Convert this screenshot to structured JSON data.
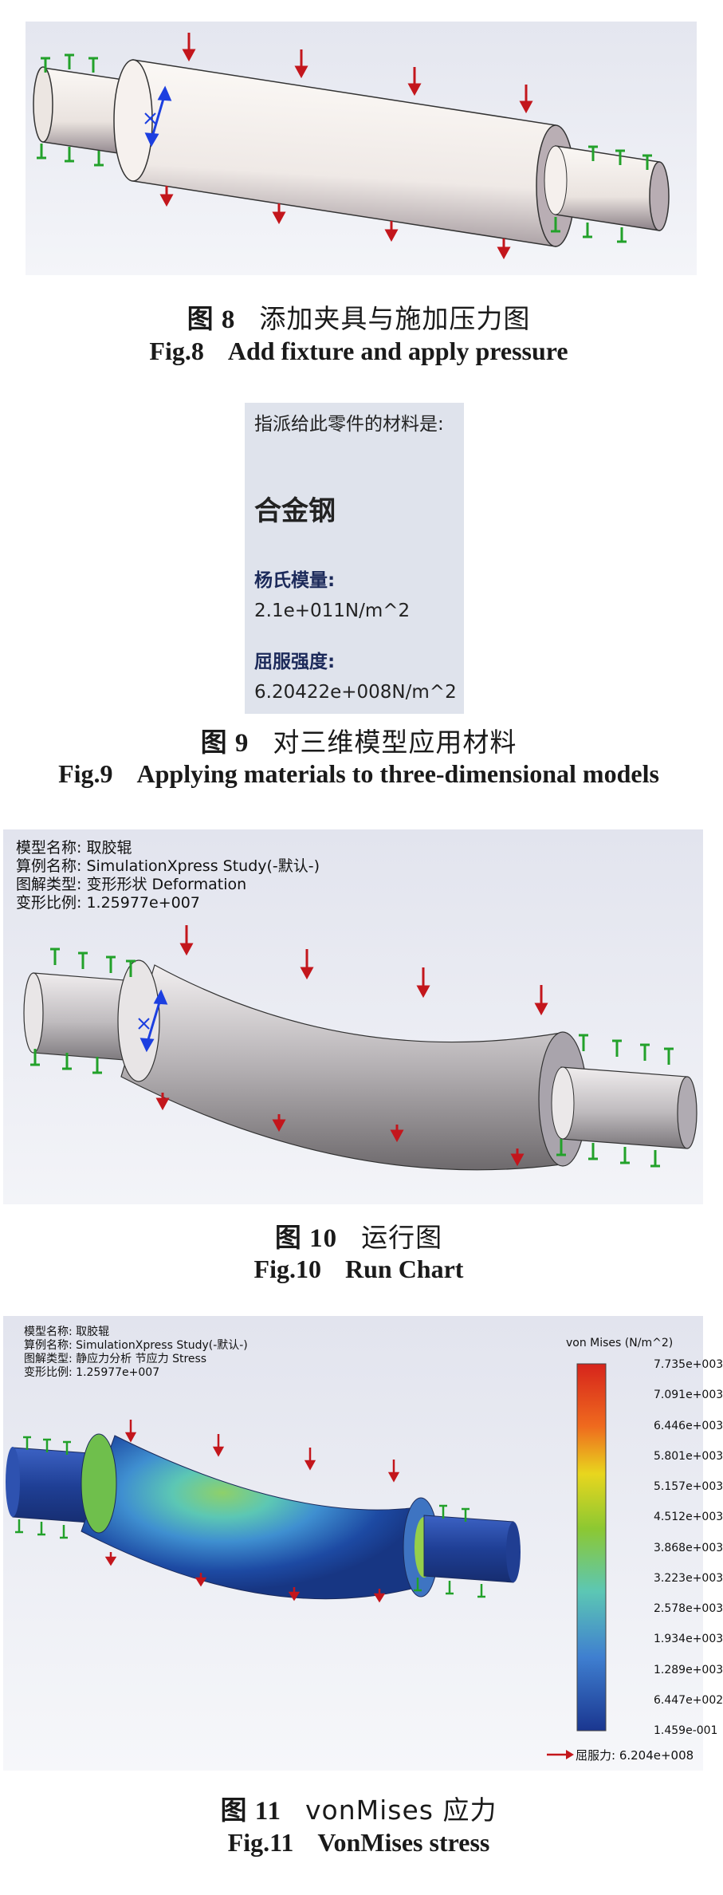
{
  "figures": [
    {
      "caption_cn_num": "图 8",
      "caption_cn_text": "添加夹具与施加压力图",
      "caption_en_num": "Fig.8",
      "caption_en_text": "Add fixture and apply pressure"
    },
    {
      "caption_cn_num": "图 9",
      "caption_cn_text": "对三维模型应用材料",
      "caption_en_num": "Fig.9",
      "caption_en_text": "Applying materials to three-dimensional models"
    },
    {
      "caption_cn_num": "图 10",
      "caption_cn_text": "运行图",
      "caption_en_num": "Fig.10",
      "caption_en_text": "Run Chart"
    },
    {
      "caption_cn_num": "图 11",
      "caption_cn_text": "vonMises 应力",
      "caption_en_num": "Fig.11",
      "caption_en_text": "VonMises stress"
    }
  ],
  "material": {
    "question": "指派给此零件的材料是:",
    "name": "合金钢",
    "youngs_label": "杨氏模量:",
    "youngs_value": "2.1e+011N/m^2",
    "yield_label": "屈服强度:",
    "yield_value": "6.20422e+008N/m^2"
  },
  "run_info": {
    "model": "模型名称: 取胶辊",
    "study": "算例名称: SimulationXpress Study(-默认-)",
    "plot_type": "图解类型: 变形形状 Deformation",
    "scale": "变形比例: 1.25977e+007"
  },
  "stress_info": {
    "model": "模型名称: 取胶辊",
    "study": "算例名称: SimulationXpress Study(-默认-)",
    "plot_type": "图解类型: 静应力分析 节应力 Stress",
    "scale": "变形比例: 1.25977e+007"
  },
  "legend": {
    "title": "von Mises (N/m^2)",
    "values": [
      "7.735e+003",
      "7.091e+003",
      "6.446e+003",
      "5.801e+003",
      "5.157e+003",
      "4.512e+003",
      "3.868e+003",
      "3.223e+003",
      "2.578e+003",
      "1.934e+003",
      "1.289e+003",
      "6.447e+002",
      "1.459e-001"
    ],
    "yield": "屈服力: 6.204e+008"
  },
  "colors": {
    "roller_light": "#f3ede9",
    "roller_dark": "#8d8288",
    "fixture_green": "#22a12a",
    "load_red": "#c3161c",
    "axis_blue": "#1c3fe0"
  }
}
